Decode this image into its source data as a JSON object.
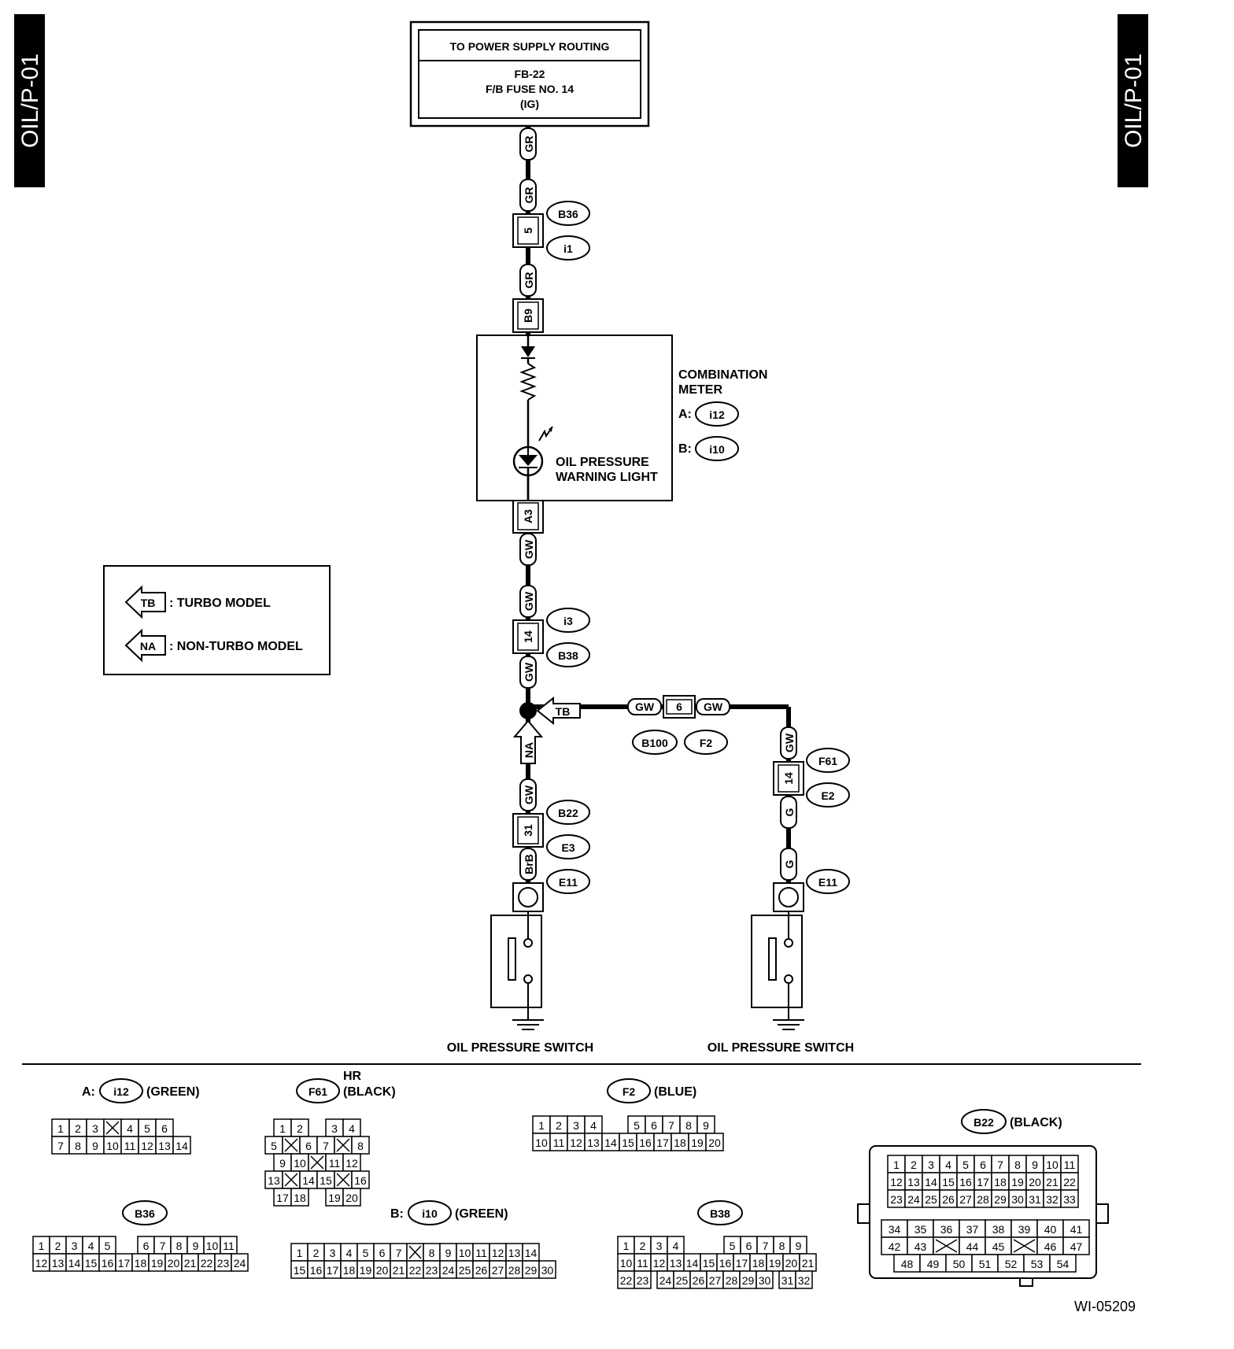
{
  "page_tag": "OIL/P-01",
  "figure_id": "WI-05209",
  "power_box": {
    "header": "TO POWER SUPPLY ROUTING",
    "line1": "FB-22",
    "line2": "F/B FUSE NO. 14",
    "line3": "(IG)"
  },
  "combination_meter": {
    "title1": "COMBINATION",
    "title2": "METER",
    "conn_a_prefix": "A:",
    "conn_a": "i12",
    "conn_b_prefix": "B:",
    "conn_b": "i10",
    "light1": "OIL PRESSURE",
    "light2": "WARNING LIGHT"
  },
  "legend": {
    "tb_tag": "TB",
    "tb_text": ": TURBO MODEL",
    "na_tag": "NA",
    "na_text": ": NON-TURBO MODEL"
  },
  "wires": {
    "gr": "GR",
    "gw": "GW",
    "g": "G",
    "brb": "BrB"
  },
  "pins": {
    "p5": "5",
    "b9": "B9",
    "a3": "A3",
    "p14": "14",
    "p6": "6",
    "p31": "31"
  },
  "connectors": {
    "b36": "B36",
    "i1": "i1",
    "i3": "i3",
    "b38": "B38",
    "b100": "B100",
    "f2": "F2",
    "f61": "F61",
    "e2": "E2",
    "b22": "B22",
    "e3": "E3",
    "e11": "E11",
    "e11b": "E11"
  },
  "switch_labels": {
    "left": "OIL PRESSURE SWITCH",
    "right": "OIL PRESSURE SWITCH"
  },
  "connector_views": {
    "i12": {
      "prefix": "A:",
      "name": "i12",
      "color": "(GREEN)",
      "row1": [
        "1",
        "2",
        "3",
        "X",
        "4",
        "5",
        "6"
      ],
      "row2": [
        "7",
        "8",
        "9",
        "10",
        "11",
        "12",
        "13",
        "14"
      ]
    },
    "f61": {
      "name": "F61",
      "note": "HR",
      "color": "(BLACK)",
      "row1": [
        "1",
        "2",
        "",
        "3",
        "4"
      ],
      "row2": [
        "5",
        "X",
        "6",
        "7",
        "X",
        "8"
      ],
      "row3": [
        "9",
        "10",
        "X",
        "11",
        "12"
      ],
      "row4": [
        "13",
        "X",
        "14",
        "15",
        "X",
        "16"
      ],
      "row5": [
        "17",
        "18",
        "",
        "19",
        "20"
      ]
    },
    "f2": {
      "name": "F2",
      "color": "(BLUE)",
      "row1": [
        "1",
        "2",
        "3",
        "4",
        "",
        "5",
        "6",
        "7",
        "8",
        "9"
      ],
      "row2": [
        "10",
        "11",
        "12",
        "13",
        "14",
        "15",
        "16",
        "17",
        "18",
        "19",
        "20"
      ]
    },
    "b22": {
      "name": "B22",
      "color": "(BLACK)",
      "row1": [
        "1",
        "2",
        "3",
        "4",
        "5",
        "6",
        "7",
        "8",
        "9",
        "10",
        "11"
      ],
      "row2": [
        "12",
        "13",
        "14",
        "15",
        "16",
        "17",
        "18",
        "19",
        "20",
        "21",
        "22"
      ],
      "row3": [
        "23",
        "24",
        "25",
        "26",
        "27",
        "28",
        "29",
        "30",
        "31",
        "32",
        "33"
      ],
      "row4": [
        "34",
        "35",
        "36",
        "37",
        "38",
        "39",
        "40",
        "41"
      ],
      "row5": [
        "42",
        "43",
        "X",
        "44",
        "45",
        "X",
        "46",
        "47"
      ],
      "row6": [
        "48",
        "49",
        "50",
        "51",
        "52",
        "53",
        "54"
      ]
    },
    "b36": {
      "name": "B36",
      "row1": [
        "1",
        "2",
        "3",
        "4",
        "5",
        "",
        "6",
        "7",
        "8",
        "9",
        "10",
        "11"
      ],
      "row2": [
        "12",
        "13",
        "14",
        "15",
        "16",
        "17",
        "18",
        "19",
        "20",
        "21",
        "22",
        "23",
        "24"
      ]
    },
    "i10": {
      "prefix": "B:",
      "name": "i10",
      "color": "(GREEN)",
      "row1": [
        "1",
        "2",
        "3",
        "4",
        "5",
        "6",
        "7",
        "X",
        "8",
        "9",
        "10",
        "11",
        "12",
        "13",
        "14"
      ],
      "row2": [
        "15",
        "16",
        "17",
        "18",
        "19",
        "20",
        "21",
        "22",
        "23",
        "24",
        "25",
        "26",
        "27",
        "28",
        "29",
        "30"
      ]
    },
    "b38": {
      "name": "B38",
      "row1": [
        "1",
        "2",
        "3",
        "4",
        "",
        "5",
        "6",
        "7",
        "8",
        "9"
      ],
      "row2": [
        "10",
        "11",
        "12",
        "13",
        "14",
        "15",
        "16",
        "17",
        "18",
        "19",
        "20",
        "21"
      ],
      "row3": [
        "22",
        "23",
        "",
        "24",
        "25",
        "26",
        "27",
        "28",
        "29",
        "30",
        "",
        "31",
        "32"
      ]
    }
  }
}
